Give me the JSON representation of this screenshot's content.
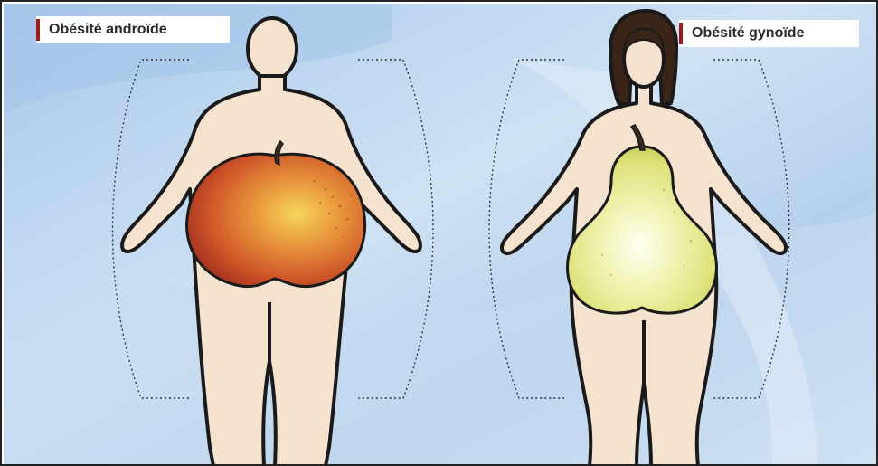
{
  "labels": {
    "android": "Obésité androïde",
    "gynoid": "Obésité gynoïde"
  },
  "figures": [
    {
      "name": "male-silhouette",
      "fruit": "apple"
    },
    {
      "name": "female-silhouette",
      "fruit": "pear"
    }
  ],
  "colors": {
    "background": "#b9d4ee",
    "skin": "#f6e3cf",
    "outline": "#1a1a1a",
    "apple": "#d4572a",
    "pear": "#e6ea88",
    "hair": "#3a2418",
    "label_bar": "#9b1c1c"
  }
}
